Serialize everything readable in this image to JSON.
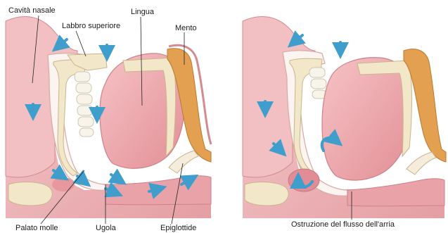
{
  "labels": {
    "nasal_cavity": "Cavità nasale",
    "upper_lip": "Labbro superiore",
    "tongue": "Lingua",
    "chin": "Mento",
    "soft_palate": "Palato molle",
    "uvula": "Ugola",
    "epiglottis": "Epiglottide",
    "airflow_obstruction": "Ostruzione del flusso dell'arria"
  },
  "colors": {
    "tissue_pink": "#eeb6b9",
    "tissue_dark": "#d8898d",
    "airway_white": "#fbf4f0",
    "bone_cream": "#f3e7c9",
    "bone_outline": "#d9c7a0",
    "muscle_orange": "#e3a050",
    "teeth": "#f7f4ea",
    "arrow_blue": "#3f9ecb",
    "leader_line": "#222222"
  },
  "icons": [
    "airflow-arrow-icon",
    "blocked-airflow-arrow-icon"
  ]
}
